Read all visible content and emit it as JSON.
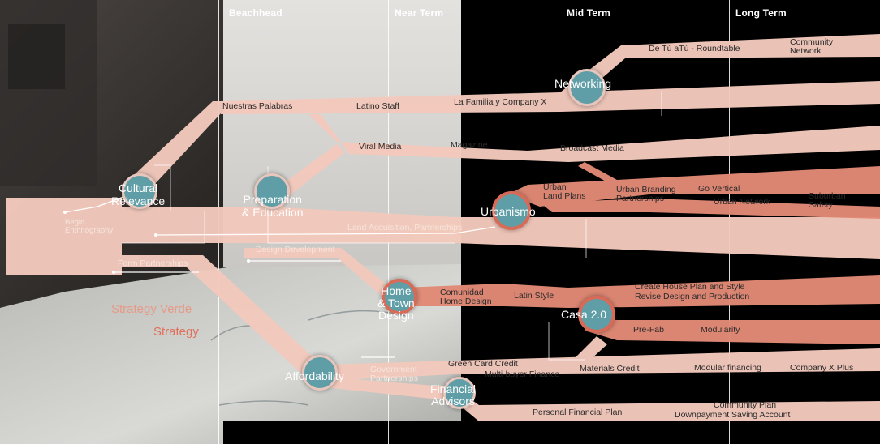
{
  "phases": [
    "Beachhead",
    "Near Term",
    "Mid Term",
    "Long Term"
  ],
  "nodes": {
    "networking": "Networking",
    "cultural_relevance": "Cultural\nRelevance",
    "preparation_education": "Preparation\n& Education",
    "urbanismo": "Urbanismo",
    "home_town_design": "Home\n& Town\nDesign",
    "casa": "Casa 2.0",
    "affordability": "Affordability",
    "financial_advisors": "Financial\nAdvisors"
  },
  "labels": {
    "de_tu_a_tu": "De Tú aTú - Roundtable",
    "community_network": "Community\nNetwork",
    "nuestras_palabras": "Nuestras Palabras",
    "latino_staff": "Latino Staff",
    "la_familia": "La Familia y Company X",
    "viral_media": "Viral Media",
    "magazine": "Magazine",
    "broadcast_media": "Broadcast Media",
    "begin_ethnography": "Begin\nEnthnography",
    "urban_land_plans": "Urban\nLand Plans",
    "urban_branding": "Urban Branding\nPartnerships",
    "go_vertical": "Go Vertical",
    "urban_network": "Urban Network",
    "suburban_safety": "Suburban\nSafety",
    "land_acquisition": "Land Acquisition, Partnerships",
    "design_development": "Design Development",
    "form_partnerships": "Form Partnerships",
    "comunidad_home_design": "Comunidad\nHome Design",
    "latin_style": "Latin Style",
    "create_house_plan": "Create House Plan and Style",
    "revise_design": "Revise Design and Production",
    "pre_fab": "Pre-Fab",
    "modularity": "Modularity",
    "green_card_credit": "Green Card Credit",
    "government_partnerships": "Government\nPartnerships",
    "multi_buyer_finance": "Multi-buyer Finance",
    "materials_credit": "Materials Credit",
    "modular_financing": "Modular financing",
    "company_x_plus": "Company X Plus",
    "community_plan": "Community Plan",
    "downpayment_saving": "Downpayment Saving Account",
    "personal_financial_plan": "Personal Financial Plan"
  },
  "side_labels": {
    "strategy_verde": "Strategy Verde",
    "strategy": "Strategy"
  },
  "colors": {
    "pink_band": "#f3c9bc",
    "salmon_band": "#e28a76",
    "teal_node": "#5f9ea6",
    "red_ring": "#d86a58",
    "strategy_verde": "#e79a86",
    "strategy": "#e0705c"
  }
}
